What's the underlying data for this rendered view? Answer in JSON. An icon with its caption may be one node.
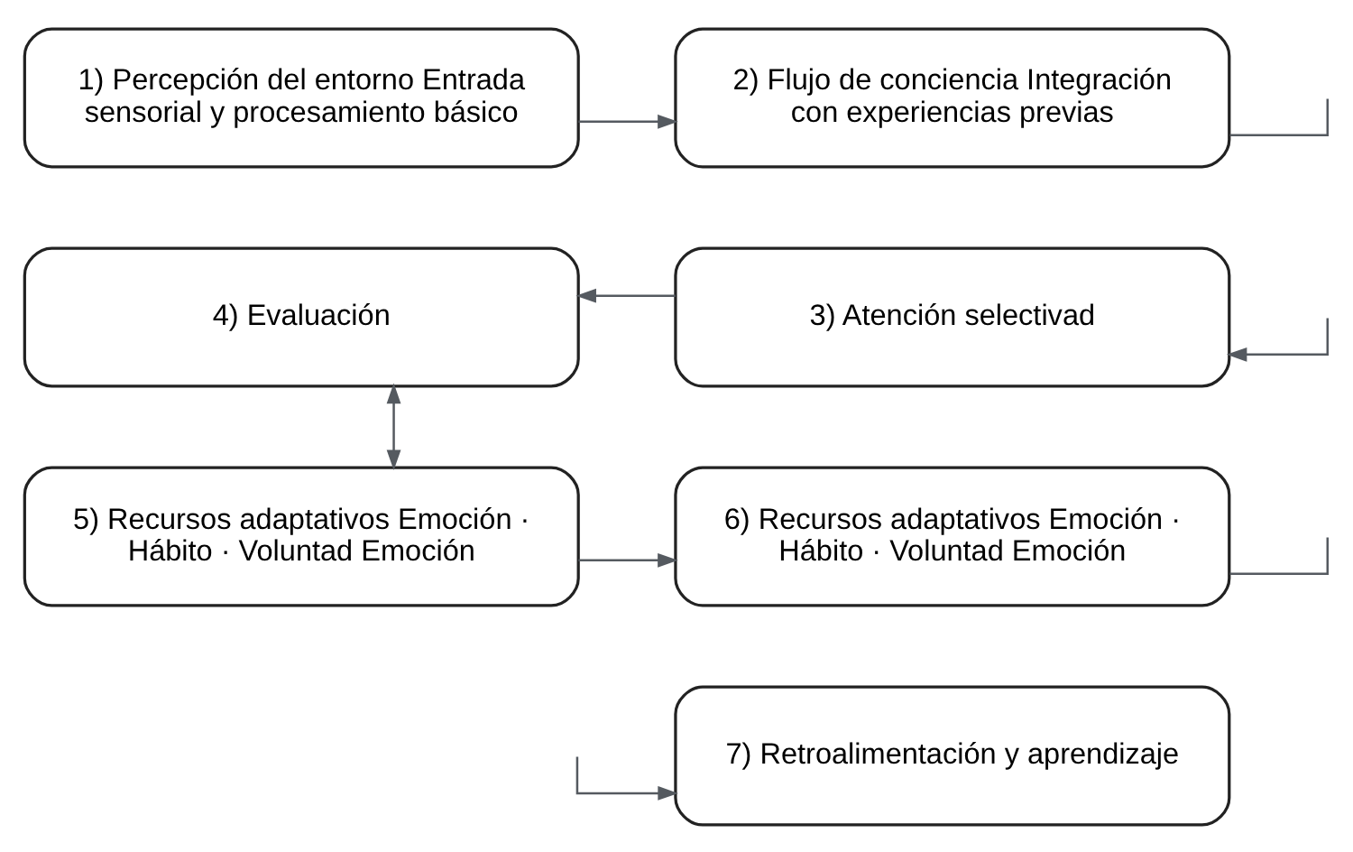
{
  "diagram": {
    "nodes": [
      {
        "text": [
          "1) Percepción del entorno Entrada sensorial y procesamiento básico"
        ]
      },
      {
        "text": [
          "2) Flujo de conciencia Integración con experiencias previas"
        ]
      },
      {
        "text": [
          "3) Atención selectivad"
        ]
      },
      {
        "text": [
          "4) Evaluación"
        ]
      },
      {
        "text": [
          "5) Recursos adaptativos Emoción · Hábito · Voluntad Emoción"
        ]
      },
      {
        "text": [
          "6) Recursos adaptativos Emoción · Hábito · Voluntad Emoción"
        ]
      },
      {
        "text": [
          "7) Retroalimentación y aprendizaje"
        ]
      }
    ],
    "edges": [
      {
        "from": 0,
        "to": 1,
        "arrow": "to"
      },
      {
        "from": 1,
        "to": null,
        "arrow": "none"
      },
      {
        "from": null,
        "to": 2,
        "arrow": "to"
      },
      {
        "from": 2,
        "to": 3,
        "arrow": "to"
      },
      {
        "from": 3,
        "to": 4,
        "arrow": "both"
      },
      {
        "from": 4,
        "to": 5,
        "arrow": "to"
      },
      {
        "from": 5,
        "to": null,
        "arrow": "none"
      },
      {
        "from": null,
        "to": 6,
        "arrow": "to"
      }
    ]
  }
}
